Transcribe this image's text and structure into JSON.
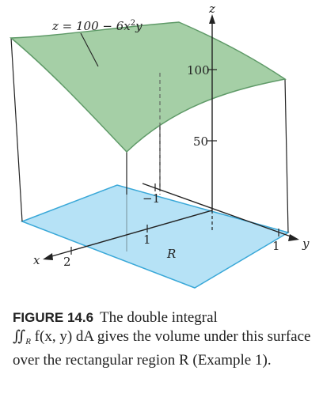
{
  "figure": {
    "surface_equation": {
      "prefix": "z = 100 − 6x",
      "exponent": "2",
      "suffix": "y"
    },
    "axes": {
      "x": "x",
      "y": "y",
      "z": "z"
    },
    "z_ticks": [
      "50",
      "100"
    ],
    "x_ticks": [
      "1",
      "2"
    ],
    "y_ticks": [
      "−1",
      "1"
    ],
    "region_label": "R",
    "colors": {
      "surface_fill": "#a5cfa6",
      "surface_edge": "#5f9a68",
      "region_fill": "#b6e2f6",
      "region_edge": "#3aa8d8",
      "axis": "#222222"
    }
  },
  "caption": {
    "label": "FIGURE 14.6",
    "text1": "The double integral",
    "integral": "∬",
    "integral_sub": "R",
    "text2": "f(x, y) dA gives the volume under this surface over the rectangular region R (Example 1)."
  }
}
